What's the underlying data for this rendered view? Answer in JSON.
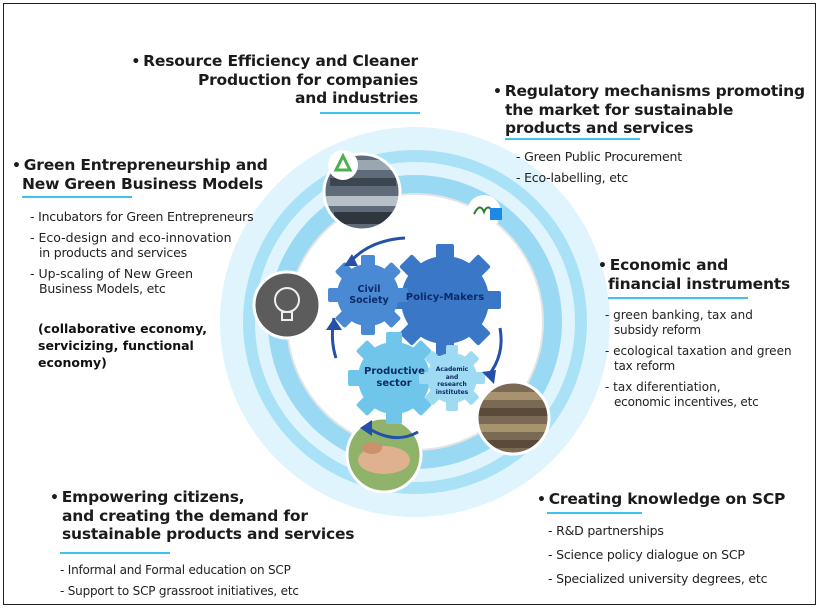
{
  "top": {
    "bullet": "•",
    "lines": [
      "Resource Efficiency and Cleaner",
      "Production for companies",
      "and industries"
    ]
  },
  "regulatory": {
    "bullet": "•",
    "lines": [
      "Regulatory mechanisms promoting",
      "the market  for sustainable",
      "products and services"
    ],
    "items": [
      "- Green Public Procurement",
      "- Eco-labelling, etc"
    ]
  },
  "green": {
    "bullet": "•",
    "lines": [
      "Green Entrepreneurship and",
      "New Green Business Models"
    ],
    "items": [
      "- Incubators for Green Entrepreneurs",
      "- Eco-design and eco-innovation",
      "in products and services",
      "- Up-scaling of New Green",
      "Business Models, etc"
    ],
    "note": [
      "(collaborative economy,",
      "servicizing, functional",
      "economy)"
    ]
  },
  "economic": {
    "bullet": "•",
    "lines": [
      "Economic and",
      "financial instruments"
    ],
    "items": [
      "- green banking, tax and",
      "subsidy reform",
      "- ecological taxation and green",
      "tax reform",
      "- tax diferentiation,",
      "economic incentives, etc"
    ]
  },
  "citizens": {
    "bullet": "•",
    "lines": [
      "Empowering citizens,",
      "and creating the demand for",
      "sustainable products and services"
    ],
    "items": [
      "- Informal and Formal education on SCP",
      "- Support  to SCP grassroot initiatives, etc"
    ]
  },
  "knowledge": {
    "bullet": "•",
    "lines": [
      "Creating knowledge on SCP"
    ],
    "items": [
      "- R&D partnerships",
      "- Science policy dialogue on SCP",
      "- Specialized university degrees, etc"
    ]
  },
  "gears": {
    "civil": [
      "Civil",
      "Society"
    ],
    "policy": "Policy-Makers",
    "productive": [
      "Productive",
      "sector"
    ],
    "academic": [
      "Academic",
      "and research",
      "institutes"
    ]
  },
  "colors": {
    "rule": "#3fc3ee",
    "ring_outer": "#cdeefa",
    "ring_mid": "#8fd8f3",
    "gear_dark": "#3a78c7",
    "gear_light": "#6fc6ea",
    "arrow": "#2450a8"
  },
  "icons": [
    "recycle-icon",
    "ecolabel-icon",
    "lightbulb-icon"
  ]
}
